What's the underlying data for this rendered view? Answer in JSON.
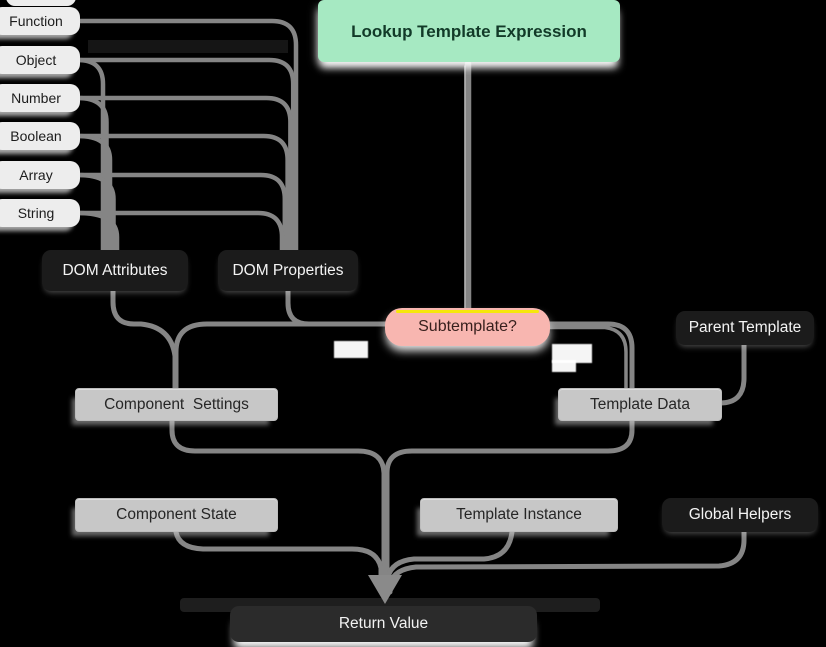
{
  "diagram": {
    "title": "Lookup Template Expression flow diagram",
    "background": "#000000",
    "nodes": {
      "lookup": {
        "label": "Lookup Template Expression",
        "kind": "start",
        "color": "#a6e9c2"
      },
      "type_function": {
        "label": "Function",
        "kind": "input-type"
      },
      "type_object": {
        "label": "Object",
        "kind": "input-type"
      },
      "type_number": {
        "label": "Number",
        "kind": "input-type"
      },
      "type_boolean": {
        "label": "Boolean",
        "kind": "input-type"
      },
      "type_array": {
        "label": "Array",
        "kind": "input-type"
      },
      "type_string": {
        "label": "String",
        "kind": "input-type"
      },
      "dom_attributes": {
        "label": "DOM Attributes",
        "kind": "dark"
      },
      "dom_properties": {
        "label": "DOM Properties",
        "kind": "dark"
      },
      "subtemplate": {
        "label": "Subtemplate?",
        "kind": "decision",
        "color": "#f8b6b0",
        "accent": "#f6e70a"
      },
      "parent_template": {
        "label": "Parent Template",
        "kind": "dark"
      },
      "component_settings": {
        "label": "Component  Settings",
        "kind": "light"
      },
      "template_data": {
        "label": "Template Data",
        "kind": "light"
      },
      "component_state": {
        "label": "Component State",
        "kind": "light"
      },
      "template_instance": {
        "label": "Template Instance",
        "kind": "light"
      },
      "global_helpers": {
        "label": "Global Helpers",
        "kind": "dark"
      },
      "return_value": {
        "label": "Return Value",
        "kind": "end",
        "color": "#2b2b2b"
      }
    },
    "edges": [
      {
        "from": "type_function",
        "to": "dom_properties"
      },
      {
        "from": "type_object",
        "to": "dom_properties"
      },
      {
        "from": "type_object",
        "to": "dom_attributes"
      },
      {
        "from": "type_number",
        "to": "dom_properties"
      },
      {
        "from": "type_number",
        "to": "dom_attributes"
      },
      {
        "from": "type_boolean",
        "to": "dom_properties"
      },
      {
        "from": "type_boolean",
        "to": "dom_attributes"
      },
      {
        "from": "type_array",
        "to": "dom_properties"
      },
      {
        "from": "type_array",
        "to": "dom_attributes"
      },
      {
        "from": "type_string",
        "to": "dom_properties"
      },
      {
        "from": "type_string",
        "to": "dom_attributes"
      },
      {
        "from": "lookup",
        "to": "subtemplate"
      },
      {
        "from": "dom_attributes",
        "to": "component_settings"
      },
      {
        "from": "dom_properties",
        "to": "component_settings"
      },
      {
        "from": "subtemplate",
        "to": "component_settings"
      },
      {
        "from": "subtemplate",
        "to": "template_data"
      },
      {
        "from": "parent_template",
        "to": "template_data"
      },
      {
        "from": "component_settings",
        "to": "return_value"
      },
      {
        "from": "template_data",
        "to": "return_value"
      },
      {
        "from": "component_state",
        "to": "return_value"
      },
      {
        "from": "template_instance",
        "to": "return_value"
      },
      {
        "from": "global_helpers",
        "to": "return_value"
      }
    ],
    "colors": {
      "line": "#858585",
      "node_green": "#a6e9c2",
      "node_pink": "#f8b6b0",
      "accent_yellow": "#f6e70a",
      "node_dark": "#1b1b1b",
      "node_light": "#c7c7c7",
      "node_return": "#2b2b2b",
      "text_on_dark": "#f4f4f4",
      "text_on_light": "#262626"
    }
  }
}
